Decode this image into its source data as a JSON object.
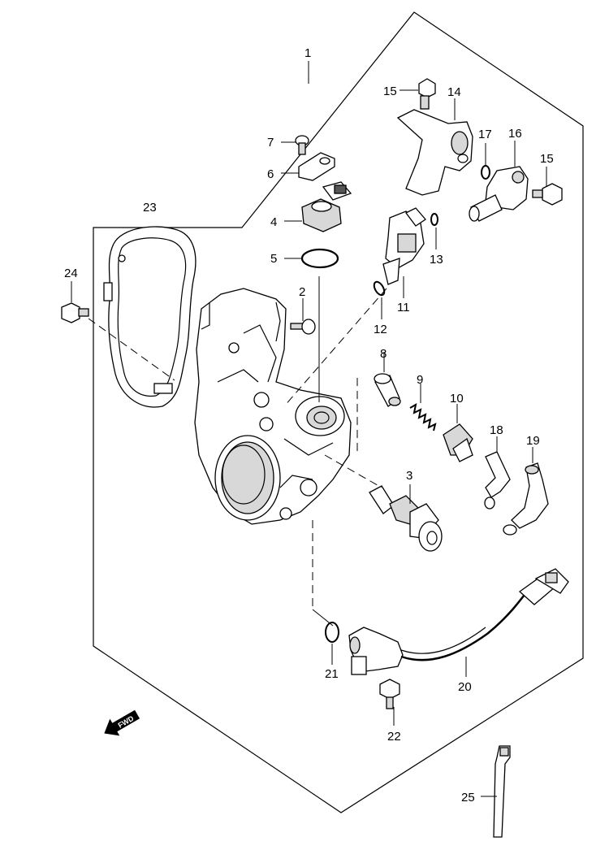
{
  "callouts": {
    "c1": "1",
    "c2": "2",
    "c3": "3",
    "c4": "4",
    "c5": "5",
    "c6": "6",
    "c7": "7",
    "c8": "8",
    "c9": "9",
    "c10": "10",
    "c11": "11",
    "c12": "12",
    "c13": "13",
    "c14": "14",
    "c15a": "15",
    "c15b": "15",
    "c16": "16",
    "c17": "17",
    "c18": "18",
    "c19": "19",
    "c20": "20",
    "c21": "21",
    "c22": "22",
    "c23": "23",
    "c24": "24",
    "c25": "25"
  },
  "fwd_label": "FWD",
  "colors": {
    "line": "#000000",
    "fill": "#ffffff",
    "shade": "#d8d8d8"
  }
}
